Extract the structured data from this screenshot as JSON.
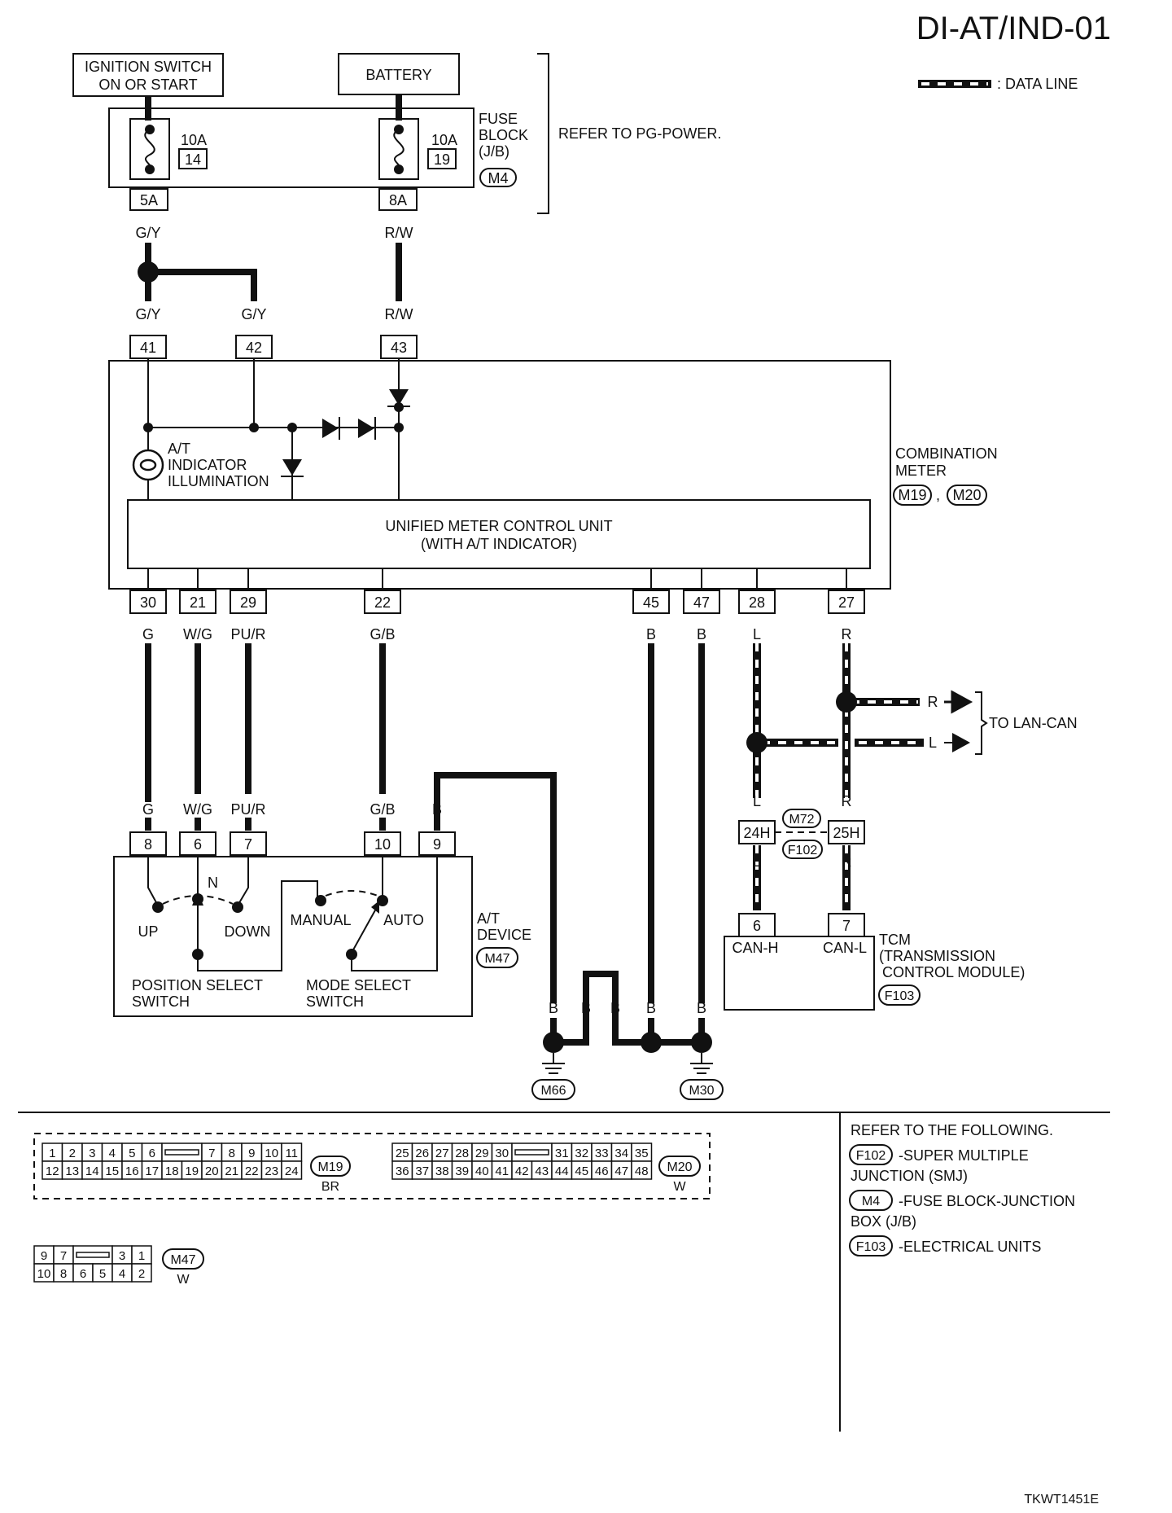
{
  "title": "DI-AT/IND-01",
  "legend": {
    "data_line": ": DATA LINE"
  },
  "power": {
    "ignition": [
      "IGNITION SWITCH",
      "ON OR START"
    ],
    "battery": "BATTERY",
    "fuse_left": {
      "amp": "10A",
      "num": "14",
      "terminal": "5A"
    },
    "fuse_right": {
      "amp": "10A",
      "num": "19",
      "terminal": "8A"
    },
    "fuse_block": [
      "FUSE",
      "BLOCK",
      "(J/B)"
    ],
    "fuse_block_conn": "M4",
    "refer_power": "REFER TO PG-POWER."
  },
  "wires": {
    "gy": "G/Y",
    "rw": "R/W",
    "g": "G",
    "wg": "W/G",
    "pur": "PU/R",
    "gb": "G/B",
    "b": "B",
    "l": "L",
    "r": "R"
  },
  "combination_meter": {
    "label": [
      "COMBINATION",
      "METER"
    ],
    "conn1": "M19",
    "sep": ",",
    "conn2": "M20",
    "top_terminals": [
      "41",
      "42",
      "43"
    ],
    "bottom_terminals": [
      "30",
      "21",
      "29",
      "22",
      "45",
      "47",
      "28",
      "27"
    ],
    "indicator": [
      "A/T",
      "INDICATOR",
      "ILLUMINATION"
    ],
    "control_unit": [
      "UNIFIED METER CONTROL UNIT",
      "(WITH A/T INDICATOR)"
    ]
  },
  "lan": {
    "to_lan": "TO LAN-CAN",
    "r": "R",
    "l": "L"
  },
  "smj": {
    "conn_top": "M72",
    "conn_bottom": "F102",
    "t_left": "24H",
    "t_right": "25H"
  },
  "tcm": {
    "label": [
      "TCM",
      "(TRANSMISSION",
      "CONTROL MODULE)"
    ],
    "conn": "F103",
    "t_h": "6",
    "t_l": "7",
    "can_h": "CAN-H",
    "can_l": "CAN-L"
  },
  "at_device": {
    "label": [
      "A/T",
      "DEVICE"
    ],
    "conn": "M47",
    "terminals": [
      "8",
      "6",
      "7",
      "10",
      "9"
    ],
    "up": "UP",
    "n": "N",
    "down": "DOWN",
    "manual": "MANUAL",
    "auto": "AUTO",
    "position_switch": [
      "POSITION SELECT",
      "SWITCH"
    ],
    "mode_switch": [
      "MODE SELECT",
      "SWITCH"
    ]
  },
  "grounds": {
    "left": "M66",
    "right": "M30"
  },
  "connectors": {
    "m19": {
      "name": "M19",
      "color": "BR",
      "row1": [
        "1",
        "2",
        "3",
        "4",
        "5",
        "6",
        "7",
        "8",
        "9",
        "10",
        "11"
      ],
      "row2": [
        "12",
        "13",
        "14",
        "15",
        "16",
        "17",
        "18",
        "19",
        "20",
        "21",
        "22",
        "23",
        "24"
      ]
    },
    "m20": {
      "name": "M20",
      "color": "W",
      "row1": [
        "25",
        "26",
        "27",
        "28",
        "29",
        "30",
        "31",
        "32",
        "33",
        "34",
        "35"
      ],
      "row2": [
        "36",
        "37",
        "38",
        "39",
        "40",
        "41",
        "42",
        "43",
        "44",
        "45",
        "46",
        "47",
        "48"
      ]
    },
    "m47": {
      "name": "M47",
      "color": "W",
      "row1": [
        "9",
        "7",
        "3",
        "1"
      ],
      "row2": [
        "10",
        "8",
        "6",
        "5",
        "4",
        "2"
      ]
    }
  },
  "refer": {
    "heading": "REFER TO THE FOLLOWING.",
    "items": [
      {
        "conn": "F102",
        "text": "-SUPER MULTIPLE",
        "text2": "JUNCTION (SMJ)"
      },
      {
        "conn": "M4",
        "text": "-FUSE BLOCK-JUNCTION",
        "text2": "BOX (J/B)"
      },
      {
        "conn": "F103",
        "text": "-ELECTRICAL UNITS",
        "text2": ""
      }
    ]
  },
  "figure_code": "TKWT1451E"
}
